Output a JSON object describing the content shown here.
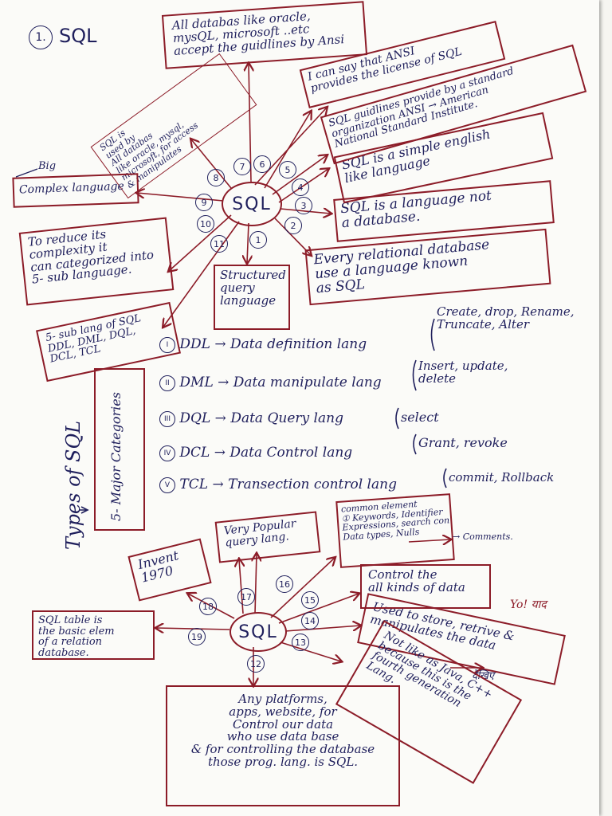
{
  "heading": {
    "index": "1.",
    "title": "SQL"
  },
  "top_box": "All databas like oracle,\nmysQL, microsoft ..etc\naccept the guidlines by Ansi",
  "rot_note": "SQL is\nused by\nAll databas\nlike oracle, mysql,\nmicrosoft, for access\n& manipulates",
  "hub1": "SQL",
  "branches1": {
    "b1": "Structured\nquery\nlanguage",
    "b2": "Every relational database\nuse a language known\nas SQL",
    "b3": "SQL is a language not\na database.",
    "b4": "SQL is a simple english\nlike language",
    "b5": "SQL guidlines provide by a standard\norganization ANSI → American\nNational Standard Institute.",
    "b6": "I can say that ANSI\nprovides the license of SQL",
    "b9_label": "Big",
    "b9": "Complex language",
    "b10": "To reduce its\ncomplexity it\ncan categorized into\n5- sub language.",
    "b11": "5- sub lang of SQL\nDDL, DML, DQL,\nDCL, TCL"
  },
  "numbers1": [
    "1",
    "2",
    "3",
    "4",
    "5",
    "6",
    "7",
    "8",
    "9",
    "10",
    "11"
  ],
  "types": {
    "side_label": "Types of SQL",
    "box_label": "5- Major Categories",
    "items": [
      {
        "mark": "I",
        "abbr": "DDL",
        "full": "Data definition lang",
        "cmds": "Create, drop, Rename,\nTruncate, Alter"
      },
      {
        "mark": "II",
        "abbr": "DML",
        "full": "Data manipulate lang",
        "cmds": "Insert, update,\ndelete"
      },
      {
        "mark": "III",
        "abbr": "DQL",
        "full": "Data Query lang",
        "cmds": "select"
      },
      {
        "mark": "IV",
        "abbr": "DCL",
        "full": "Data Control lang",
        "cmds": "Grant, revoke"
      },
      {
        "mark": "V",
        "abbr": "TCL",
        "full": "Transection control lang",
        "cmds": "commit, Rollback"
      }
    ]
  },
  "hub2": "SQL",
  "branches2": {
    "b12": "Any platforms,\napps, website, for\nControl our data\nwho use data base\n& for controlling the database\nthose prog. lang. is SQL.",
    "b13": "Used to store, retrive &\nmanipulates the data",
    "b13_note": "Yo! याद",
    "b13_note2": "देखिए",
    "b14_note": "Not like as Java, C++\nbecause this is the\nfourth generation\nLang.",
    "b15": "Control the\nall kinds of data",
    "b16": "common element\n① Keywords, Identifier\nExpressions, search con\nData types, Nulls",
    "b16_extra": "→ Comments.",
    "b17": "Very Popular\nquery lang.",
    "b18": "Invent\n1970",
    "b19": "SQL table is\nthe basic elem\nof a relation\ndatabase."
  },
  "numbers2": [
    "12",
    "13",
    "14",
    "15",
    "16",
    "17",
    "18",
    "19"
  ]
}
